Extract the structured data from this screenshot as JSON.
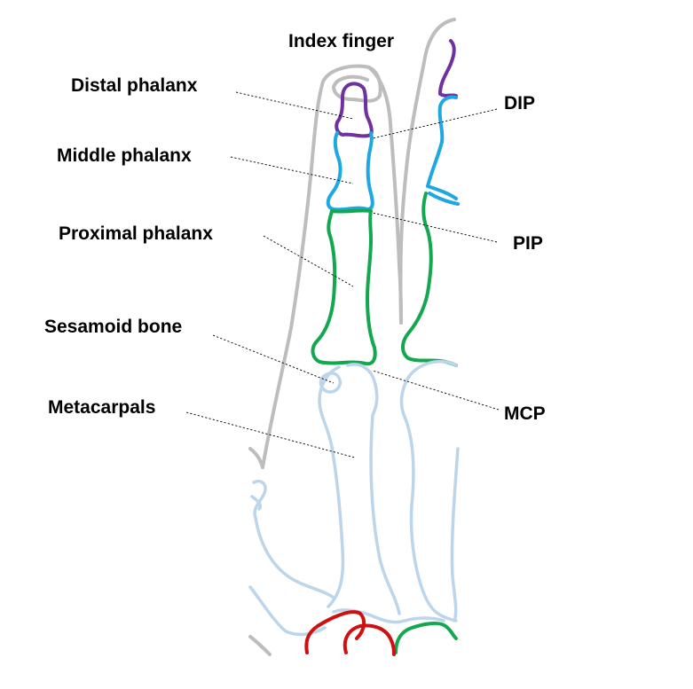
{
  "labels": {
    "index_finger": "Index finger",
    "distal_phalanx": "Distal phalanx",
    "middle_phalanx": "Middle phalanx",
    "proximal_phalanx": "Proximal phalanx",
    "sesamoid_bone": "Sesamoid bone",
    "metacarpals": "Metacarpals",
    "dip": "DIP",
    "pip": "PIP",
    "mcp": "MCP"
  },
  "colors": {
    "outline": "#bdbdbd",
    "distal": "#7030a0",
    "middle": "#1ea7e1",
    "proximal": "#13a84f",
    "metacarpal": "#bcd5ea",
    "carpal": "#d01010",
    "text": "#000000"
  }
}
